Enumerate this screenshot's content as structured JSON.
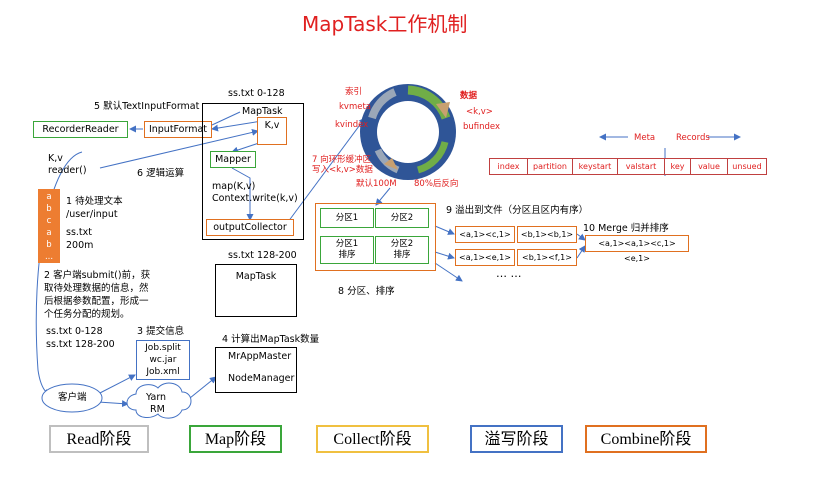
{
  "title": "MapTask工作机制",
  "client": {
    "default_format": "5 默认TextInputFormat",
    "recorder_reader": "RecorderReader",
    "input_format": "InputFormat",
    "kv": "K,v",
    "reader": "reader()",
    "file_strip": [
      "a",
      "b",
      "c",
      "a",
      "b",
      "..."
    ],
    "to_process": "1 待处理文本",
    "input_path": "/user/input",
    "ss_txt": "ss.txt",
    "size": "200m",
    "submit_text": [
      "2 客户端submit()前，获",
      "取待处理数据的信息，然",
      "后根据参数配置，形成一",
      "个任务分配的规划。"
    ],
    "split1": "ss.txt  0-128",
    "split2": "ss.txt  128-200",
    "submit_info": "3 提交信息",
    "job_files": [
      "Job.split",
      "wc.jar",
      "Job.xml"
    ],
    "client_label": "客户端",
    "yarn_rm": [
      "Yarn",
      "RM"
    ],
    "calc_maptask": "4 计算出MapTask数量",
    "mr_app_master": "MrAppMaster",
    "node_manager": "NodeManager"
  },
  "maptask1": {
    "range": "ss.txt 0-128",
    "name": "MapTask",
    "kv": "K,v",
    "mapper": "Mapper",
    "logic": "6 逻辑运算",
    "map_call": "map(K,v)",
    "context_write": "Context.write(k,v)",
    "output_collector": "outputCollector"
  },
  "maptask2": {
    "range": "ss.txt 128-200",
    "name": "MapTask"
  },
  "ring": {
    "index_label": "索引",
    "kvmeta": "kvmeta",
    "kvindex": "kvindex",
    "data_label": "数据",
    "kv": "<k,v>",
    "bufindex": "bufindex",
    "write_text": [
      "7 向环形缓冲区",
      "写入<k,v>数据"
    ],
    "default_size": "默认100M",
    "reverse": "80%后反向"
  },
  "meta": {
    "meta_label": "Meta",
    "records_label": "Records",
    "cells": [
      "index",
      "partition",
      "keystart",
      "valstart",
      "key",
      "value",
      "unsued"
    ]
  },
  "partition": {
    "p1": "分区1",
    "p2": "分区2",
    "p1_sort": [
      "分区1",
      "排序"
    ],
    "p2_sort": [
      "分区2",
      "排序"
    ],
    "label": "8 分区、排序"
  },
  "spill": {
    "label": "9 溢出到文件（分区且区内有序）",
    "row1": [
      "<a,1><c,1>",
      "<b,1><b,1>"
    ],
    "row2": [
      "<a,1><e,1>",
      "<b,1><f,1>"
    ],
    "ellipsis": "… …"
  },
  "merge": {
    "label": "10 Merge 归并排序",
    "result": "<a,1><a,1><c,1><e,1>"
  },
  "stages": [
    "Read阶段",
    "Map阶段",
    "Collect阶段",
    "溢写阶段",
    "Combine阶段"
  ],
  "colors": {
    "red": "#e02020",
    "orange": "#e07020",
    "green": "#3aa63a",
    "blue": "#4472c4",
    "yellow": "#f0c040",
    "ring_blue": "#2f5597"
  }
}
